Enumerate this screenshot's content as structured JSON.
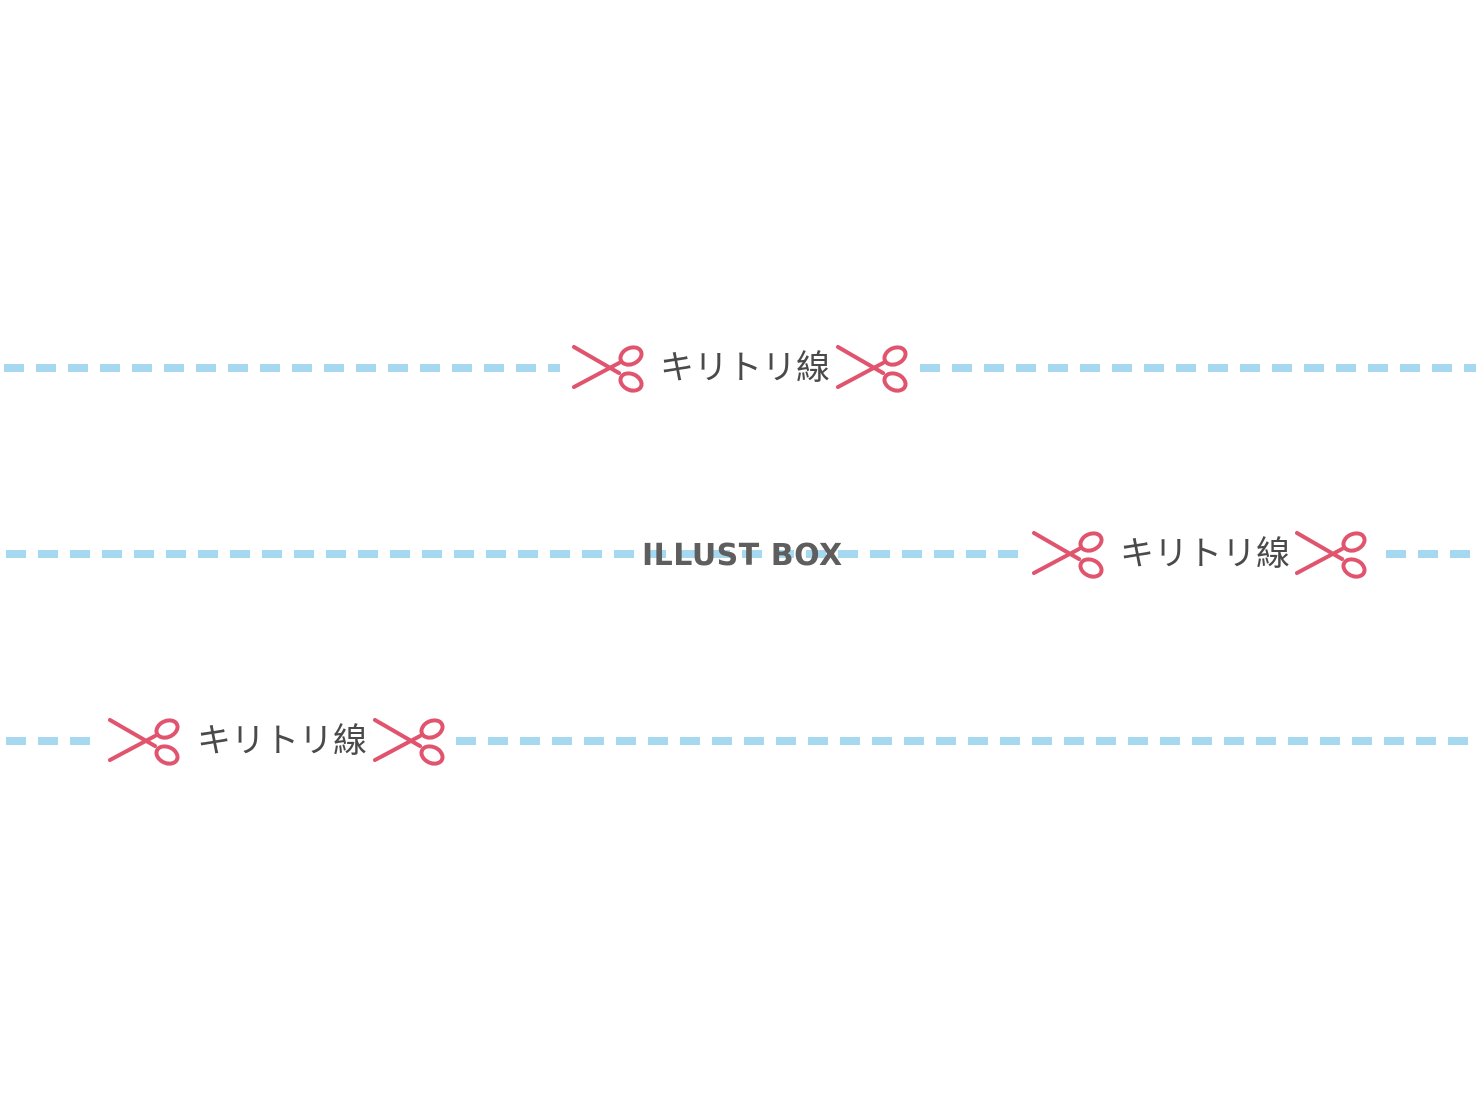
{
  "cut_lines": [
    {
      "label": "キリトリ線"
    },
    {
      "label": "キリトリ線"
    },
    {
      "label": "キリトリ線"
    }
  ],
  "watermark": "ILLUST BOX",
  "colors": {
    "dash": "#a6d8f0",
    "scissors": "#e0546e",
    "text": "#4a4a4a",
    "background": "#ffffff"
  },
  "icons": [
    "scissors-icon"
  ]
}
